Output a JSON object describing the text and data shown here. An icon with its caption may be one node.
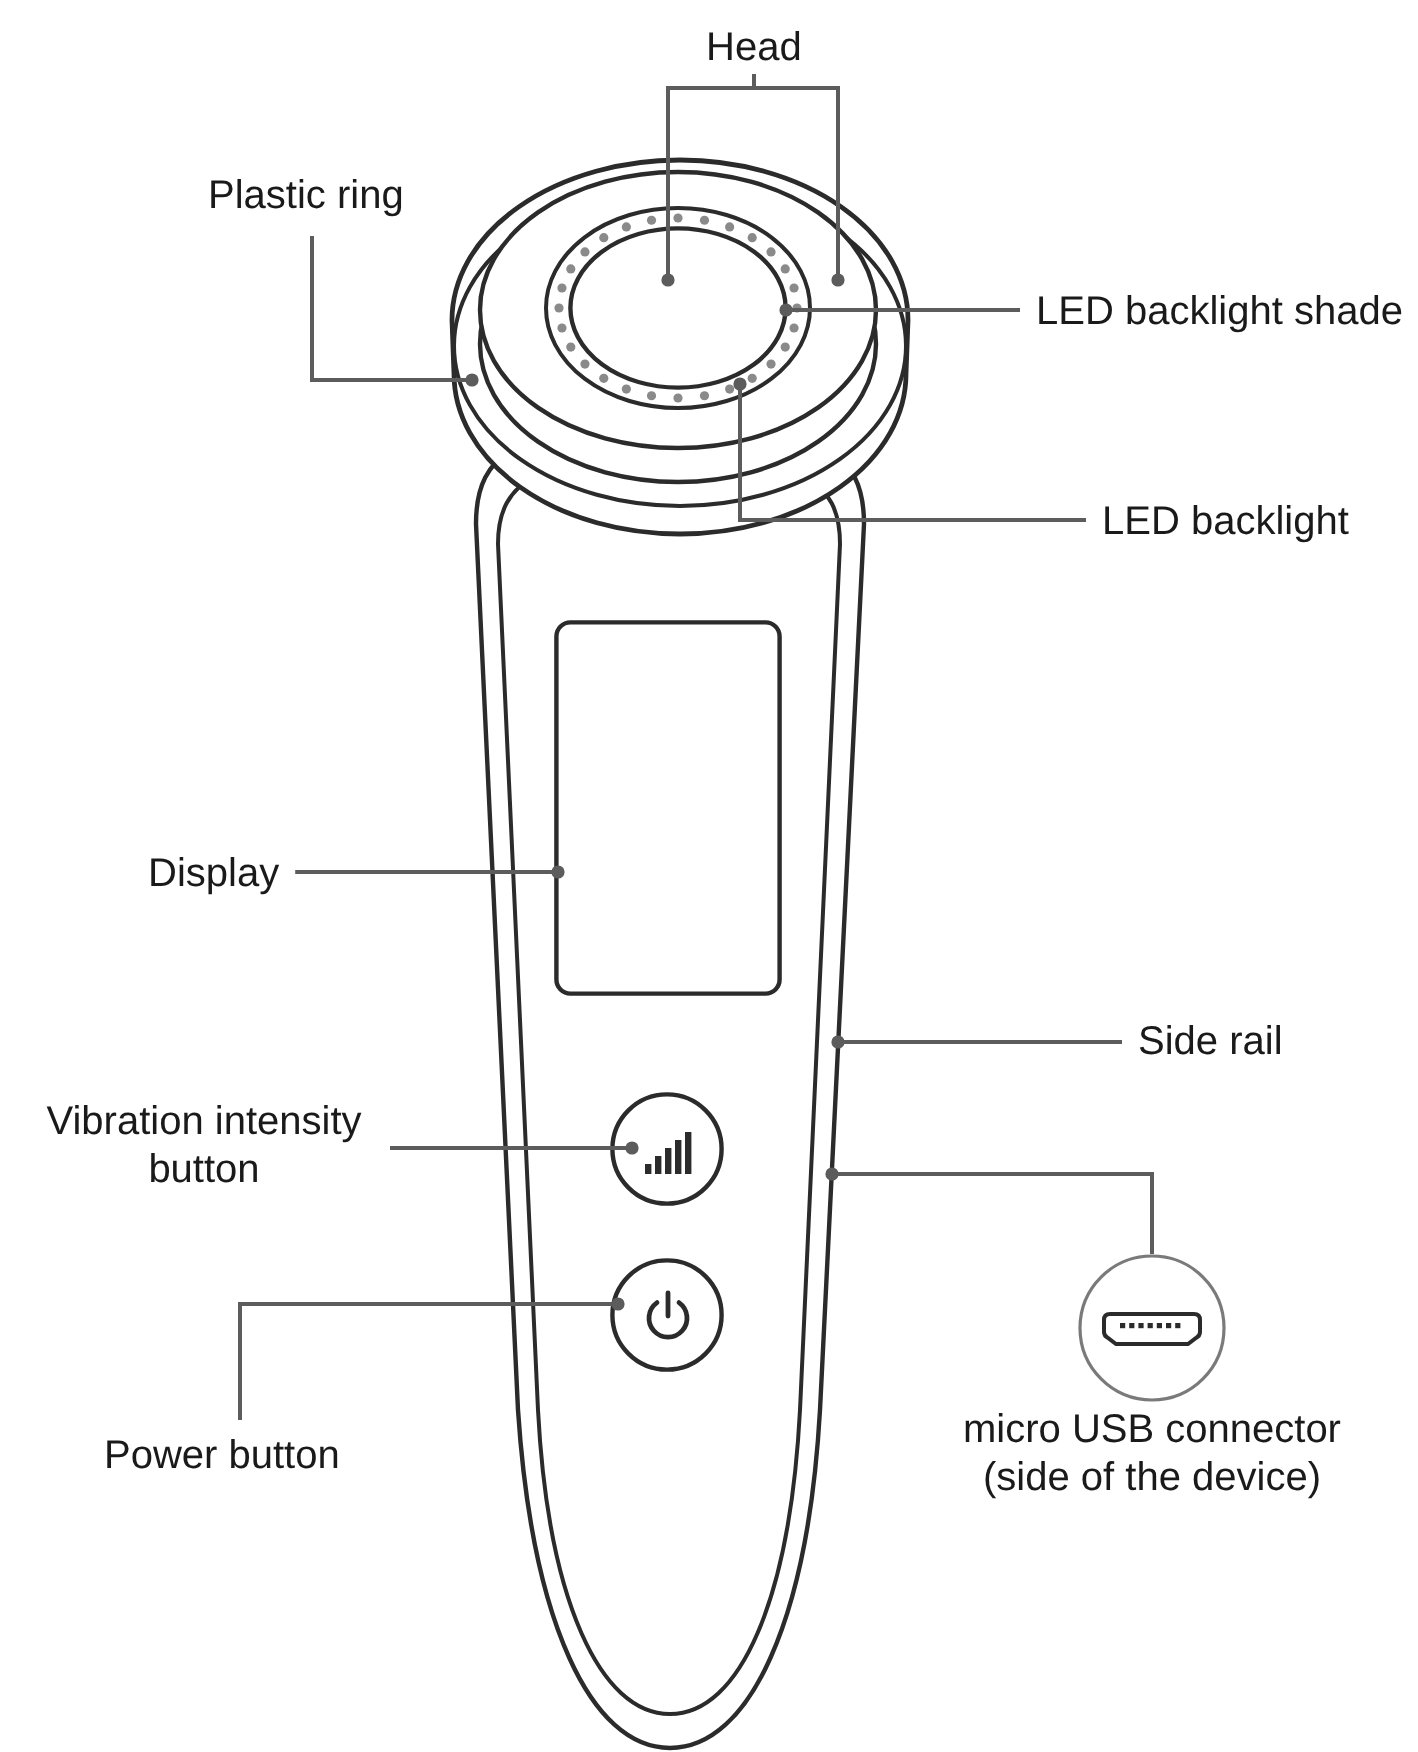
{
  "diagram": {
    "nodes": [
      {
        "text": [
          "Head"
        ]
      },
      {
        "text": [
          "Plastic ring"
        ]
      },
      {
        "text": [
          "LED backlight shade"
        ]
      },
      {
        "text": [
          "LED backlight"
        ]
      },
      {
        "text": [
          "Display"
        ]
      },
      {
        "text": [
          "Side rail"
        ]
      },
      {
        "text": [
          "Vibration intensity button"
        ]
      },
      {
        "text": [
          "Power button"
        ]
      },
      {
        "text": [
          "micro USB connector (side of the device)"
        ]
      },
      {
        "text": [],
        "shape": "picture"
      },
      {
        "text": [],
        "shape": "picture",
        "in": 9
      },
      {
        "text": [],
        "shape": "picture",
        "in": 10
      },
      {
        "text": [],
        "shape": "circle",
        "in": 11
      },
      {
        "text": [],
        "shape": "picture"
      },
      {
        "text": [],
        "shape": "box",
        "in": 13
      },
      {
        "text": [],
        "shape": "circle",
        "in": 13
      },
      {
        "text": [],
        "shape": "circle",
        "in": 13
      }
    ],
    "edges": [
      {
        "from": 0,
        "to": 12,
        "arrow": "other"
      },
      {
        "from": 0,
        "to": 10,
        "arrow": "other"
      },
      {
        "from": 1,
        "to": 9,
        "arrow": "other"
      },
      {
        "from": 2,
        "to": 12,
        "arrow": "other"
      },
      {
        "from": 3,
        "to": 11,
        "arrow": "other"
      },
      {
        "from": 4,
        "to": 14,
        "arrow": "other"
      },
      {
        "from": 5,
        "to": 13,
        "arrow": "other"
      },
      {
        "from": 6,
        "to": 15,
        "arrow": "other"
      },
      {
        "from": 7,
        "to": 16,
        "arrow": "other"
      },
      {
        "from": 8,
        "to": 13,
        "arrow": "other"
      }
    ]
  }
}
